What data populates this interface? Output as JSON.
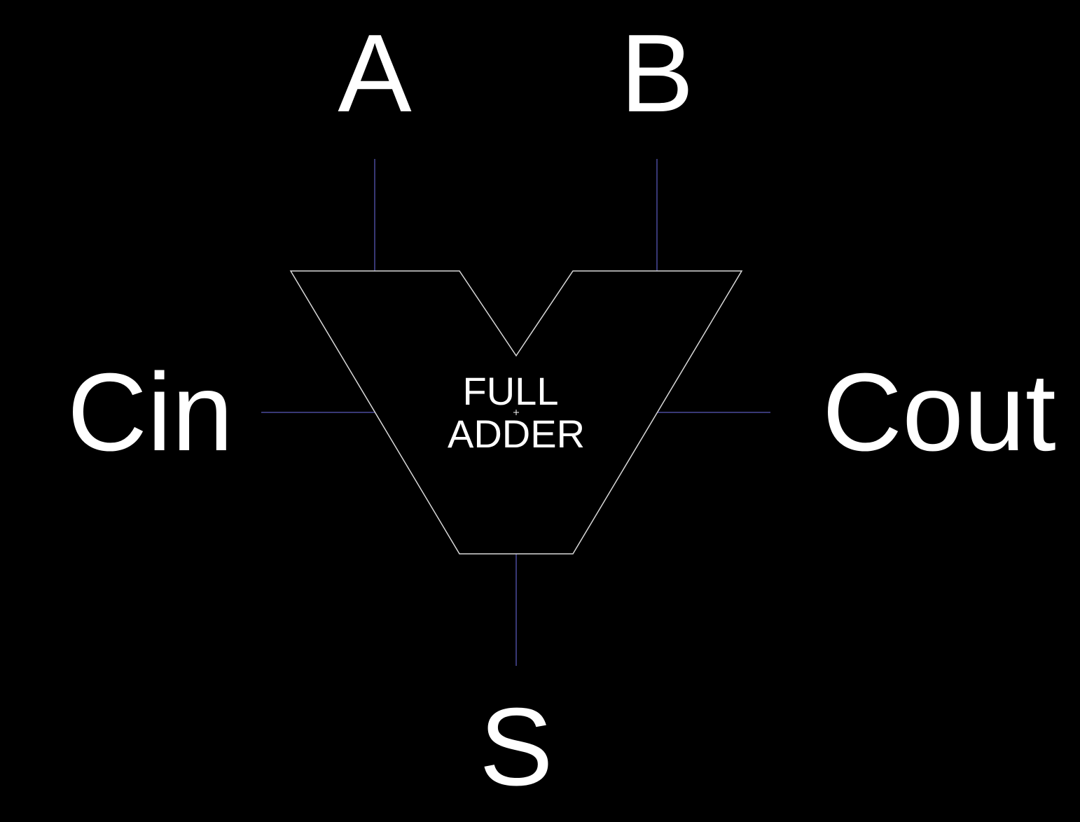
{
  "diagram": {
    "block": {
      "label_line1": "FULL",
      "label_line2": "ADDER"
    },
    "pins": {
      "a": "A",
      "b": "B",
      "cin": "Cin",
      "cout": "Cout",
      "s": "S"
    },
    "colors": {
      "background": "#000000",
      "outline": "#d8d8d8",
      "wire": "#4a4a9c",
      "text": "#ffffff"
    }
  }
}
